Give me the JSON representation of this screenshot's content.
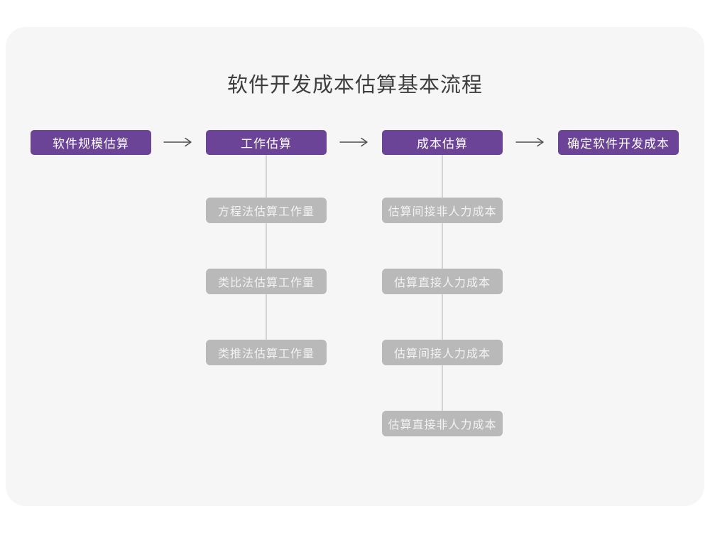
{
  "title": "软件开发成本估算基本流程",
  "colors": {
    "accent_purple": "#6b4397",
    "substep_gray": "#b9b9b9",
    "card_background": "#f6f6f7",
    "connector_line": "#d4d4d4",
    "arrow": "#4d4d4d",
    "title_text": "#3e3e3e"
  },
  "flow": {
    "main_steps": [
      {
        "label": "软件规模估算"
      },
      {
        "label": "工作估算"
      },
      {
        "label": "成本估算"
      },
      {
        "label": "确定软件开发成本"
      }
    ],
    "work_estimation_substeps": [
      {
        "label": "方程法估算工作量"
      },
      {
        "label": "类比法估算工作量"
      },
      {
        "label": "类推法估算工作量"
      }
    ],
    "cost_estimation_substeps": [
      {
        "label": "估算间接非人力成本"
      },
      {
        "label": "估算直接人力成本"
      },
      {
        "label": "估算间接人力成本"
      },
      {
        "label": "估算直接非人力成本"
      }
    ]
  }
}
